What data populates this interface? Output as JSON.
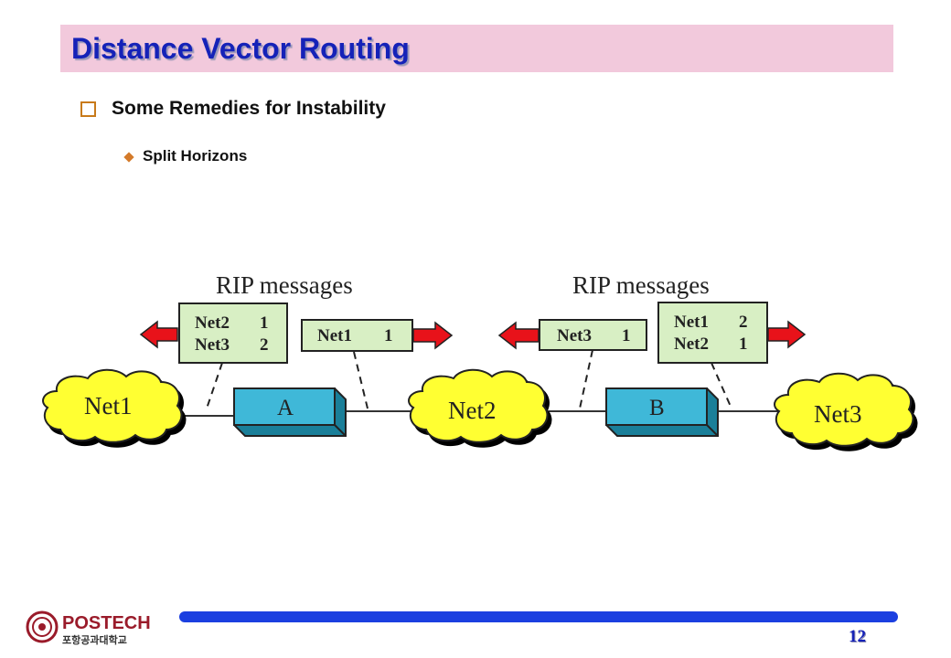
{
  "slide": {
    "title": "Distance Vector Routing",
    "bullet_main": "Some Remedies for Instability",
    "bullet_sub": "Split Horizons",
    "page_number": "12"
  },
  "diagram": {
    "rip_heading_left": "RIP messages",
    "rip_heading_right": "RIP messages",
    "routers": [
      "A",
      "B"
    ],
    "networks": [
      "Net1",
      "Net2",
      "Net3"
    ],
    "messages": [
      {
        "rows": [
          [
            "Net2",
            "1"
          ],
          [
            "Net3",
            "2"
          ]
        ]
      },
      {
        "rows": [
          [
            "Net1",
            "1"
          ]
        ]
      },
      {
        "rows": [
          [
            "Net3",
            "1"
          ]
        ]
      },
      {
        "rows": [
          [
            "Net1",
            "2"
          ],
          [
            "Net2",
            "1"
          ]
        ]
      }
    ]
  },
  "logo": {
    "name": "POSTECH",
    "korean": "포항공과대학교"
  },
  "colors": {
    "title_text": "#1522b8",
    "title_bar": "#f2c9dc",
    "cloud": "#ffff33",
    "router": "#3fb8d8",
    "message_box": "#d8efc4",
    "arrow": "#e8121a",
    "footer_bar": "#1b3fe0"
  }
}
